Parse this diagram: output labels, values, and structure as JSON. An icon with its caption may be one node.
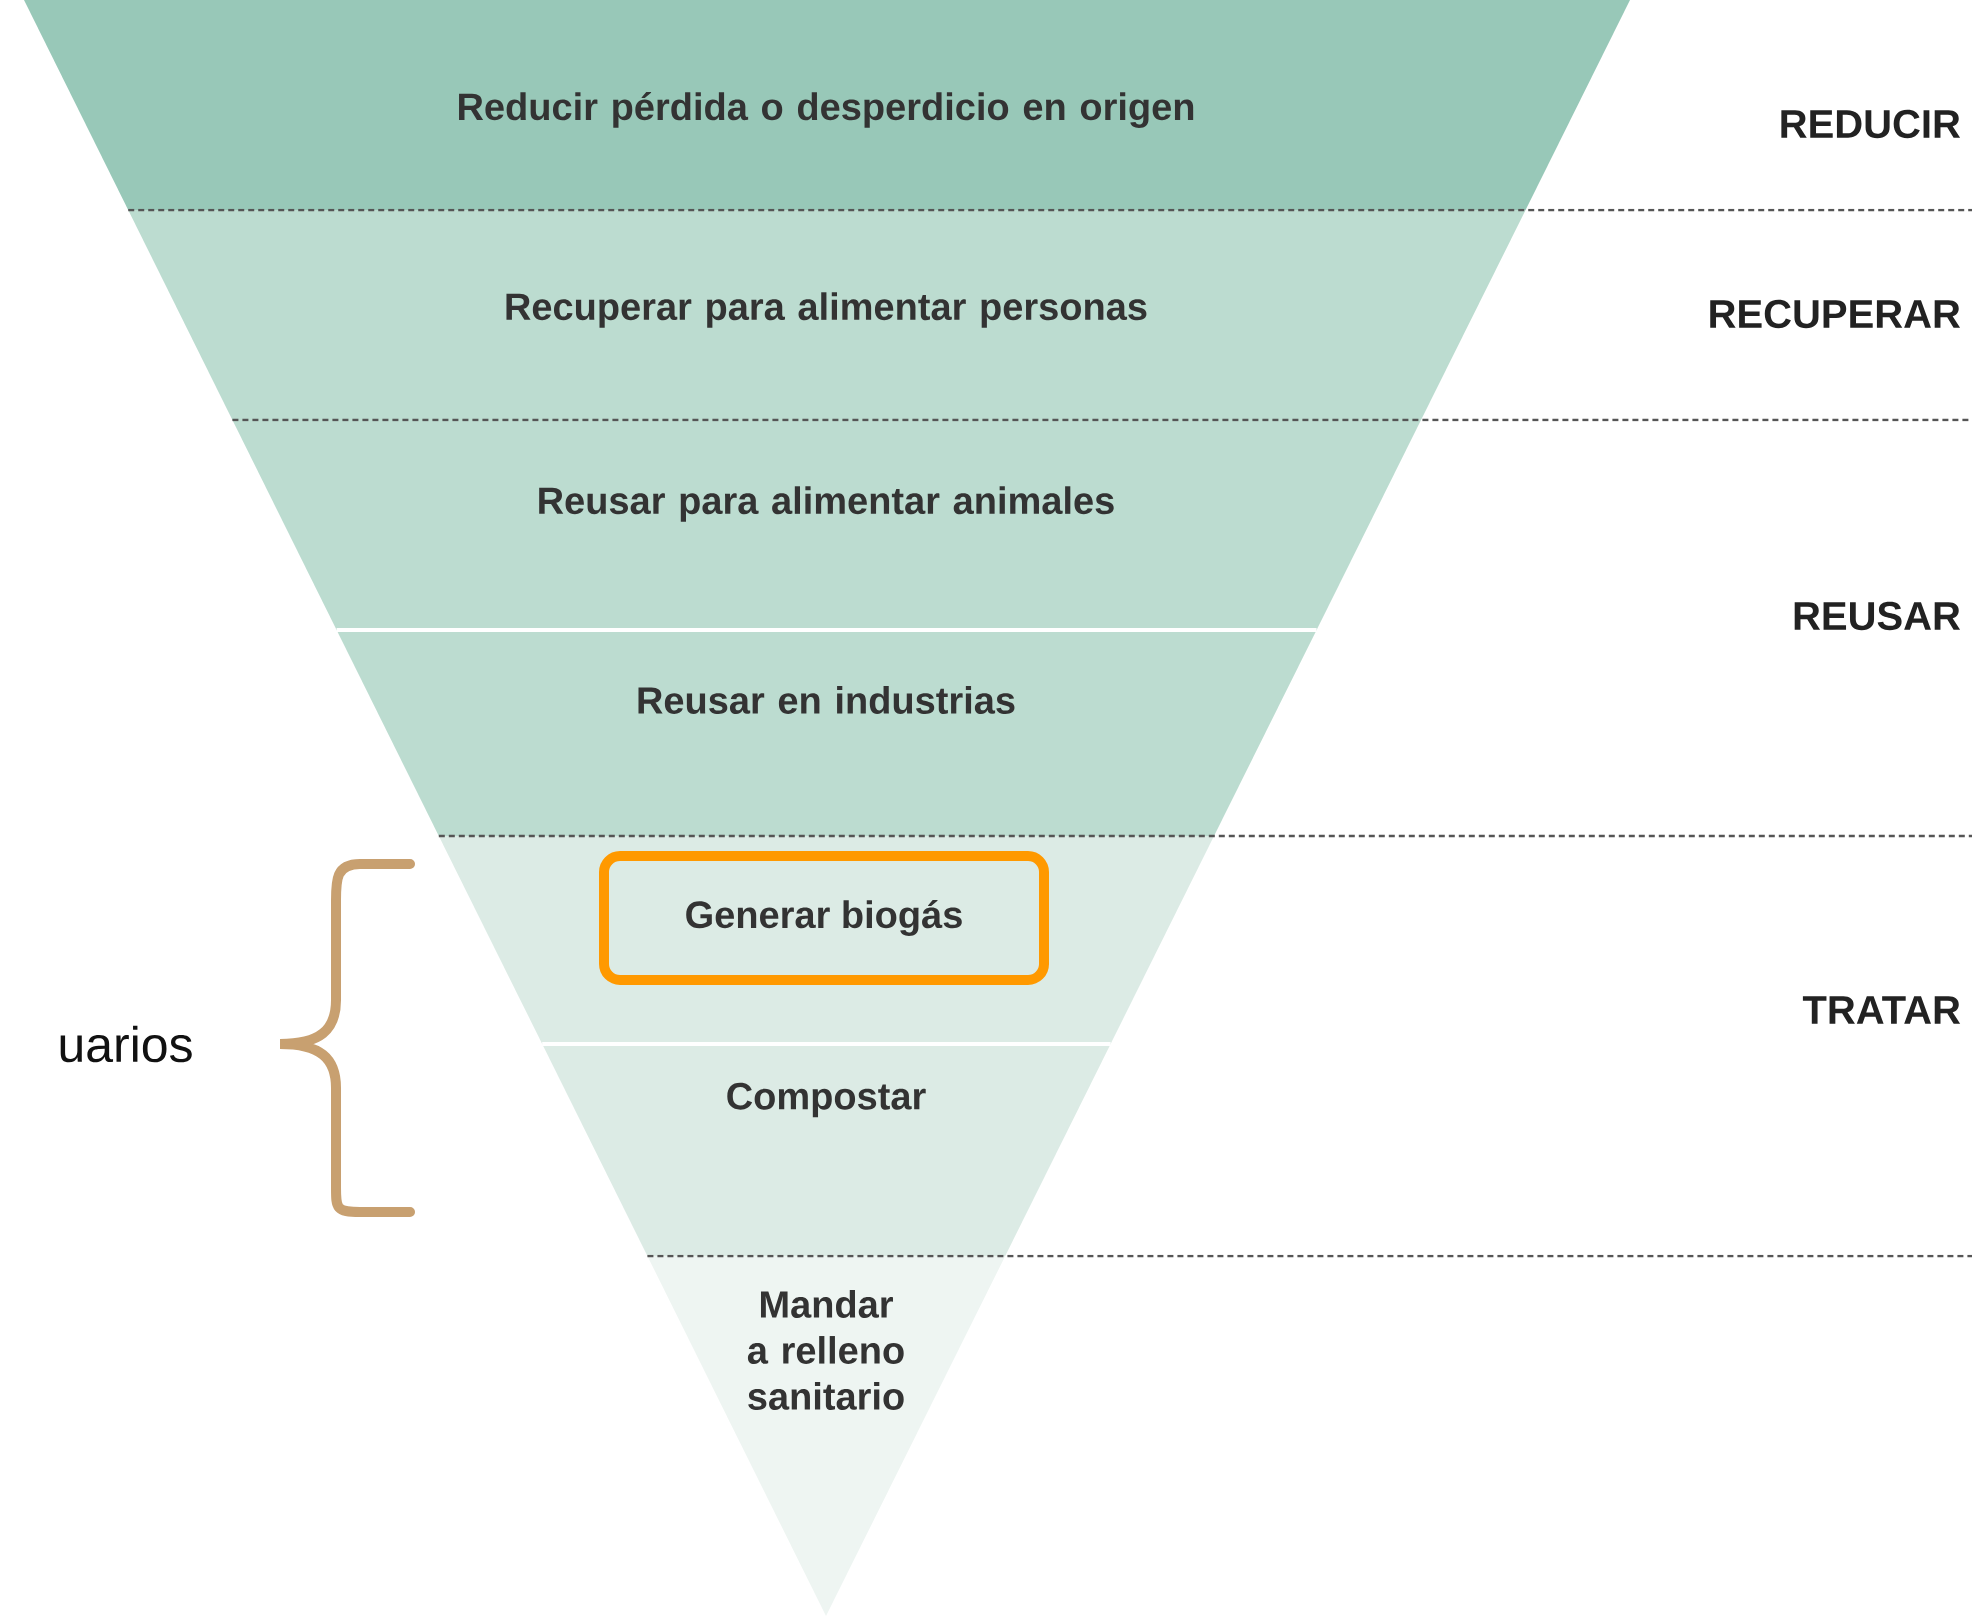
{
  "diagram": {
    "nodes": [
      {
        "text": [
          "Reducir pérdida o desperdicio en origen"
        ]
      },
      {
        "text": [
          "Recuperar para alimentar personas"
        ]
      },
      {
        "text": [
          "Reusar para alimentar animales"
        ]
      },
      {
        "text": [
          "Reusar en industrias"
        ]
      },
      {
        "text": [],
        "shape": "box"
      },
      {
        "text": [
          "Generar biogás"
        ],
        "in": 4
      },
      {
        "text": [
          "Compostar"
        ]
      },
      {
        "text": [
          "Mandar a relleno sanitario"
        ]
      }
    ],
    "edges": [],
    "labels": [
      "REDUCIR",
      "RECUPERAR",
      "REUSAR",
      "uarios",
      "TRATAR"
    ]
  }
}
